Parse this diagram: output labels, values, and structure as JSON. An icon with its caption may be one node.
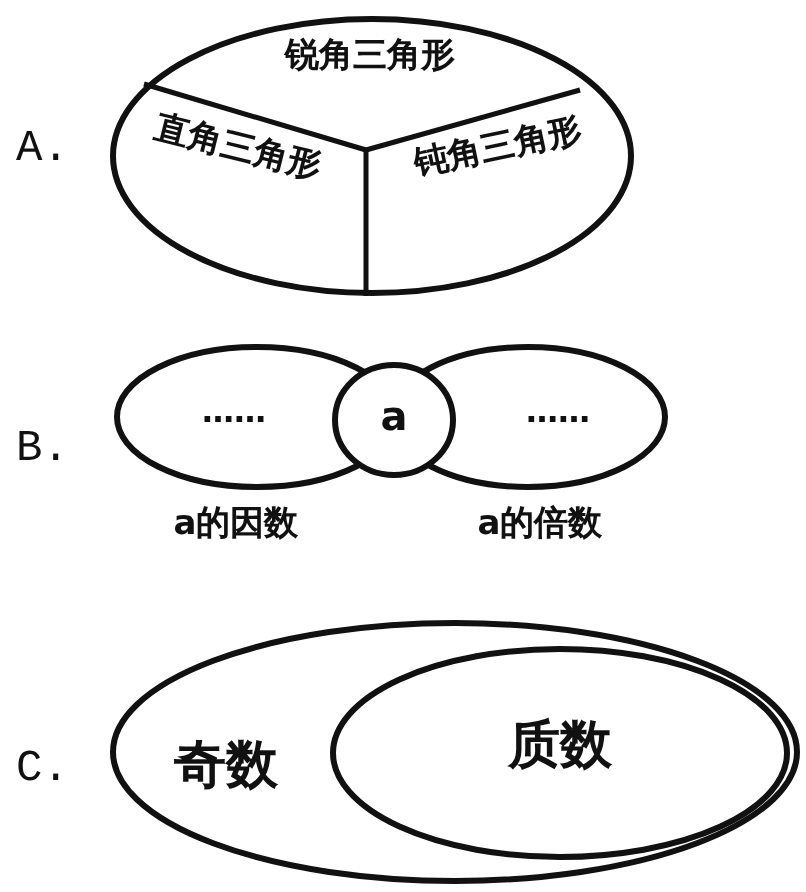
{
  "diagram": {
    "nodes": [
      {
        "text": [],
        "shape": "ellipse"
      },
      {
        "text": [
          "锐角三角形"
        ],
        "in": 0
      },
      {
        "text": [
          "直角三角形"
        ],
        "in": 0
      },
      {
        "text": [
          "钝角三角形"
        ],
        "in": 0
      },
      {
        "text": [
          "……"
        ],
        "beside": [
          "a的因数"
        ]
      },
      {
        "text": [
          "a"
        ]
      },
      {
        "text": [
          "……"
        ],
        "beside": [
          "a的倍数"
        ]
      },
      {
        "text": [
          "奇数"
        ]
      },
      {
        "text": [
          "质数"
        ],
        "in": 7
      }
    ],
    "labels": [
      "A.",
      "B.",
      "C."
    ]
  }
}
